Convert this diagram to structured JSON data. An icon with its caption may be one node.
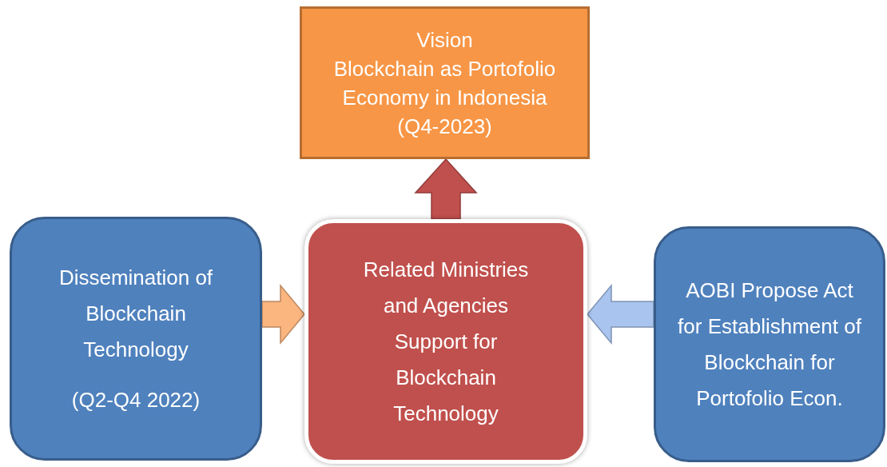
{
  "diagram": {
    "nodes": [
      {
        "text": [
          "Vision",
          "Blockchain as Portofolio Economy in Indonesia",
          "(Q4-2023)"
        ]
      },
      {
        "text": [
          "Dissemination of Blockchain Technology",
          "(Q2-Q4 2022)"
        ]
      },
      {
        "text": [
          "Related Ministries and Agencies Support for Blockchain Technology"
        ]
      },
      {
        "text": [
          "AOBI Propose Act for Establishment of Blockchain for Portofolio Econ."
        ]
      }
    ],
    "edges": [
      {
        "from": 2,
        "to": 0,
        "arrow": "to",
        "style": "thick",
        "color": "#c0504d"
      },
      {
        "from": 1,
        "to": 2,
        "arrow": "to",
        "style": "thick",
        "color": "#fbb57f"
      },
      {
        "from": 3,
        "to": 2,
        "arrow": "to",
        "style": "thick",
        "color": "#a9c4ef"
      }
    ]
  }
}
